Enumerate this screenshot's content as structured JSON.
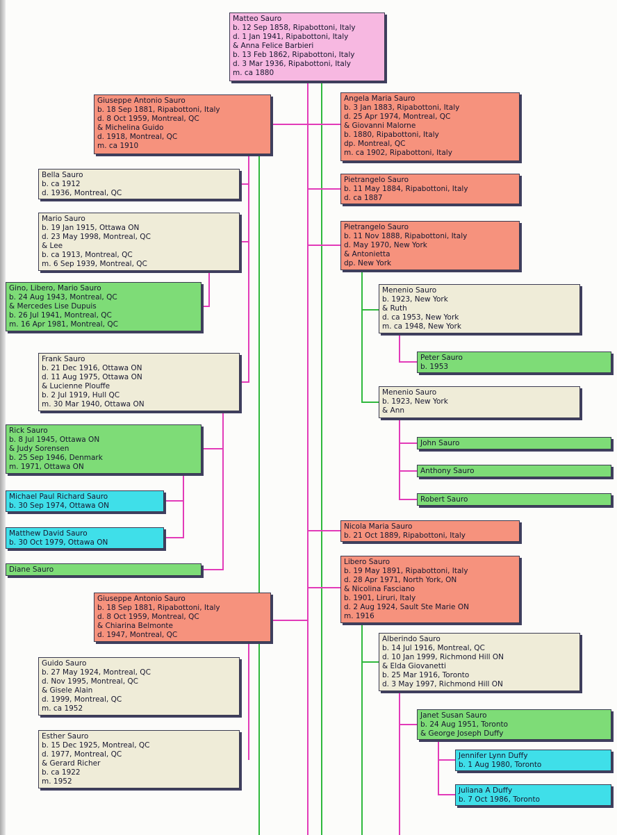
{
  "colors": {
    "background": "#fcfcfa",
    "box_pink": "#f7b8e1",
    "box_salmon": "#f6927d",
    "box_cream": "#efecd8",
    "box_green": "#7edc77",
    "box_cyan": "#3fdfe9",
    "box_border": "#3a3a50",
    "box_shadow": "#3f3f5e",
    "line_magenta": "#e23ab8",
    "line_green": "#2eb83c",
    "text": "#16162e"
  },
  "boxes": {
    "matteo": {
      "text": "Matteo Sauro\nb. 12 Sep 1858, Ripabottoni, Italy\nd. 1 Jan 1941, Ripabottoni, Italy\n& Anna Felice Barbieri\nb. 13 Feb 1862, Ripabottoni, Italy\nd. 3 Mar 1936, Ripabottoni, Italy\nm. ca 1880"
    },
    "giuseppe1": {
      "text": "Giuseppe Antonio Sauro\nb. 18 Sep 1881, Ripabottoni, Italy\nd. 8 Oct 1959, Montreal, QC\n& Michelina Guido\nd. 1918, Montreal, QC\nm. ca 1910"
    },
    "angela": {
      "text": "Angela Maria Sauro\nb. 3 Jan 1883, Ripabottoni, Italy\nd. 25 Apr 1974, Montreal, QC\n& Giovanni Malorne\nb. 1880, Ripabottoni, Italy\ndp. Montreal, QC\nm. ca 1902, Ripabottoni, Italy"
    },
    "bella": {
      "text": "Bella Sauro\nb. ca 1912\nd. 1936, Montreal, QC"
    },
    "pietrangelo1": {
      "text": "Pietrangelo Sauro\nb. 11 May 1884, Ripabottoni, Italy\nd. ca 1887"
    },
    "mario": {
      "text": "Mario Sauro\nb. 19 Jan 1915, Ottawa ON\nd. 23 May 1998, Montreal, QC\n& Lee\nb. ca 1913, Montreal, QC\nm. 6 Sep 1939, Montreal, QC"
    },
    "pietrangelo2": {
      "text": "Pietrangelo Sauro\nb. 11 Nov 1888, Ripabottoni, Italy\nd. May 1970, New York\n& Antonietta\ndp. New York"
    },
    "gino": {
      "text": "Gino, Libero, Mario Sauro\nb. 24 Aug 1943, Montreal, QC\n& Mercedes Lise Dupuis\nb. 26 Jul 1941, Montreal, QC\nm. 16 Apr 1981, Montreal, QC"
    },
    "menenio1": {
      "text": "Menenio Sauro\nb. 1923, New York\n& Ruth\nd. ca 1953, New York\nm. ca 1948, New York"
    },
    "peter": {
      "text": "Peter Sauro\nb. 1953"
    },
    "frank": {
      "text": "Frank Sauro\nb. 21 Dec 1916, Ottawa ON\nd. 11 Aug 1975, Ottawa ON\n& Lucienne Plouffe\nb. 2 Jul 1919, Hull QC\nm. 30 Mar 1940, Ottawa ON"
    },
    "menenio2": {
      "text": "Menenio Sauro\nb. 1923, New York\n& Ann"
    },
    "rick": {
      "text": "Rick Sauro\nb. 8 Jul 1945, Ottawa ON\n& Judy Sorensen\nb. 25 Sep 1946, Denmark\nm. 1971, Ottawa ON"
    },
    "john": {
      "text": "John Sauro"
    },
    "anthony": {
      "text": "Anthony Sauro"
    },
    "michael": {
      "text": "Michael Paul Richard Sauro\nb. 30 Sep 1974, Ottawa ON"
    },
    "robert": {
      "text": "Robert Sauro"
    },
    "nicola": {
      "text": "Nicola Maria Sauro\nb. 21 Oct 1889, Ripabottoni, Italy"
    },
    "matthew": {
      "text": "Matthew David Sauro\nb. 30 Oct 1979, Ottawa ON"
    },
    "diane": {
      "text": "Diane Sauro"
    },
    "libero": {
      "text": "Libero Sauro\nb. 19 May 1891, Ripabottoni, Italy\nd. 28 Apr 1971, North York, ON\n& Nicolina Fasciano\nb. 1901, Liruri, Italy\nd. 2 Aug 1924, Sault Ste Marie ON\nm. 1916"
    },
    "giuseppe2": {
      "text": "Giuseppe Antonio Sauro\nb. 18 Sep 1881, Ripabottoni, Italy\nd. 8 Oct 1959, Montreal, QC\n& Chiarina Belmonte\nd. 1947, Montreal, QC"
    },
    "alberindo": {
      "text": "Alberindo Sauro\nb. 14 Jul 1916, Montreal, QC\nd. 10 Jan 1999, Richmond Hill ON\n& Elda Giovanetti\nb. 25 Mar 1916, Toronto\nd. 3 May 1997, Richmond Hill ON"
    },
    "guido": {
      "text": "Guido Sauro\nb. 27 May 1924, Montreal, QC\nd. Nov 1995, Montreal, QC\n& Gisele Alain\nd. 1999, Montreal, QC\nm. ca 1952"
    },
    "janet": {
      "text": "Janet Susan Sauro\nb. 24 Aug 1951, Toronto\n& George Joseph Duffy"
    },
    "esther": {
      "text": "Esther Sauro\nb. 15 Dec 1925, Montreal, QC\nd. 1977, Montreal, QC\n& Gerard Richer\nb. ca 1922\nm. 1952"
    },
    "jennifer": {
      "text": "Jennifer Lynn Duffy\nb. 1 Aug 1980, Toronto"
    },
    "juliana": {
      "text": "Juliana A Duffy\nb. 7 Oct 1986, Toronto"
    }
  }
}
